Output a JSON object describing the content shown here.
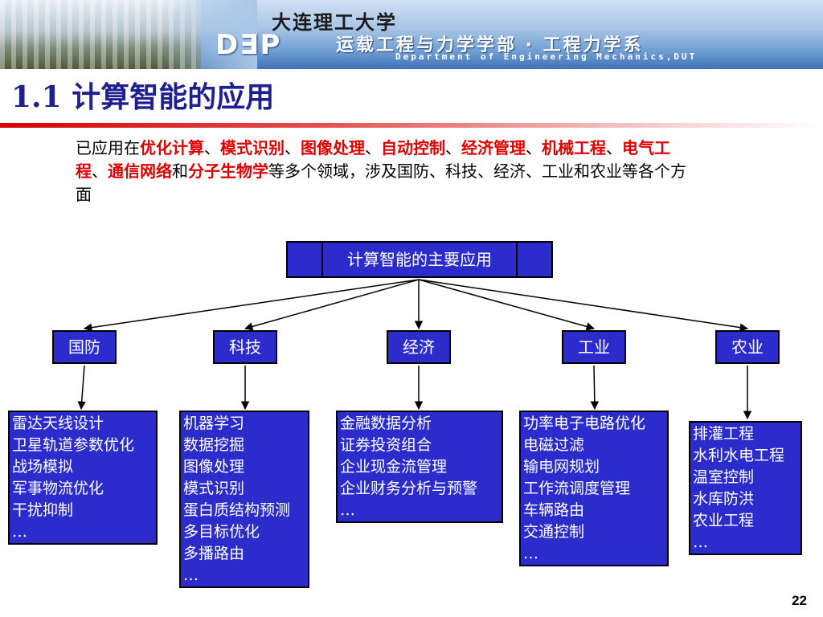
{
  "header": {
    "logo_text": "D∃P",
    "university": "大连理工大学",
    "department_cn": "运载工程与力学学部 · 工程力学系",
    "department_en": "Department of Engineering Mechanics,DUT"
  },
  "slide": {
    "title_number": "1.1",
    "title_text": "计算智能的应用",
    "page_number": "22"
  },
  "intro": {
    "segments": [
      {
        "text": "已应用在",
        "highlight": false
      },
      {
        "text": "优化计算",
        "highlight": true
      },
      {
        "text": "、",
        "highlight": false
      },
      {
        "text": "模式识别",
        "highlight": true
      },
      {
        "text": "、",
        "highlight": false
      },
      {
        "text": "图像处理",
        "highlight": true
      },
      {
        "text": "、",
        "highlight": false
      },
      {
        "text": "自动控制",
        "highlight": true
      },
      {
        "text": "、",
        "highlight": false
      },
      {
        "text": "经济管理",
        "highlight": true
      },
      {
        "text": "、",
        "highlight": false
      },
      {
        "text": "机械工程",
        "highlight": true
      },
      {
        "text": "、",
        "highlight": false
      },
      {
        "text": "电气工程",
        "highlight": true
      },
      {
        "text": "、",
        "highlight": false
      },
      {
        "text": "通信网络",
        "highlight": true
      },
      {
        "text": "和",
        "highlight": false
      },
      {
        "text": "分子生物学",
        "highlight": true
      },
      {
        "text": "等多个领域，涉及国防、科技、经济、工业和农业等各个方面",
        "highlight": false
      }
    ]
  },
  "diagram": {
    "root_label": "计算智能的主要应用",
    "box_color": "#2c2ccc",
    "categories": [
      {
        "label": "国防",
        "items": [
          "雷达天线设计",
          "卫星轨道参数优化",
          "战场模拟",
          "军事物流优化",
          "干扰抑制",
          "…"
        ]
      },
      {
        "label": "科技",
        "items": [
          "机器学习",
          "数据挖掘",
          "图像处理",
          "模式识别",
          "蛋白质结构预测",
          "多目标优化",
          "多播路由",
          "…"
        ]
      },
      {
        "label": "经济",
        "items": [
          "金融数据分析",
          "证券投资组合",
          "企业现金流管理",
          "企业财务分析与预警",
          "…"
        ]
      },
      {
        "label": "工业",
        "items": [
          "功率电子电路优化",
          "电磁过滤",
          "输电网规划",
          "工作流调度管理",
          "车辆路由",
          "交通控制",
          "…"
        ]
      },
      {
        "label": "农业",
        "items": [
          "排灌工程",
          "水利水电工程",
          "温室控制",
          "水库防洪",
          "农业工程",
          "…"
        ]
      }
    ]
  }
}
